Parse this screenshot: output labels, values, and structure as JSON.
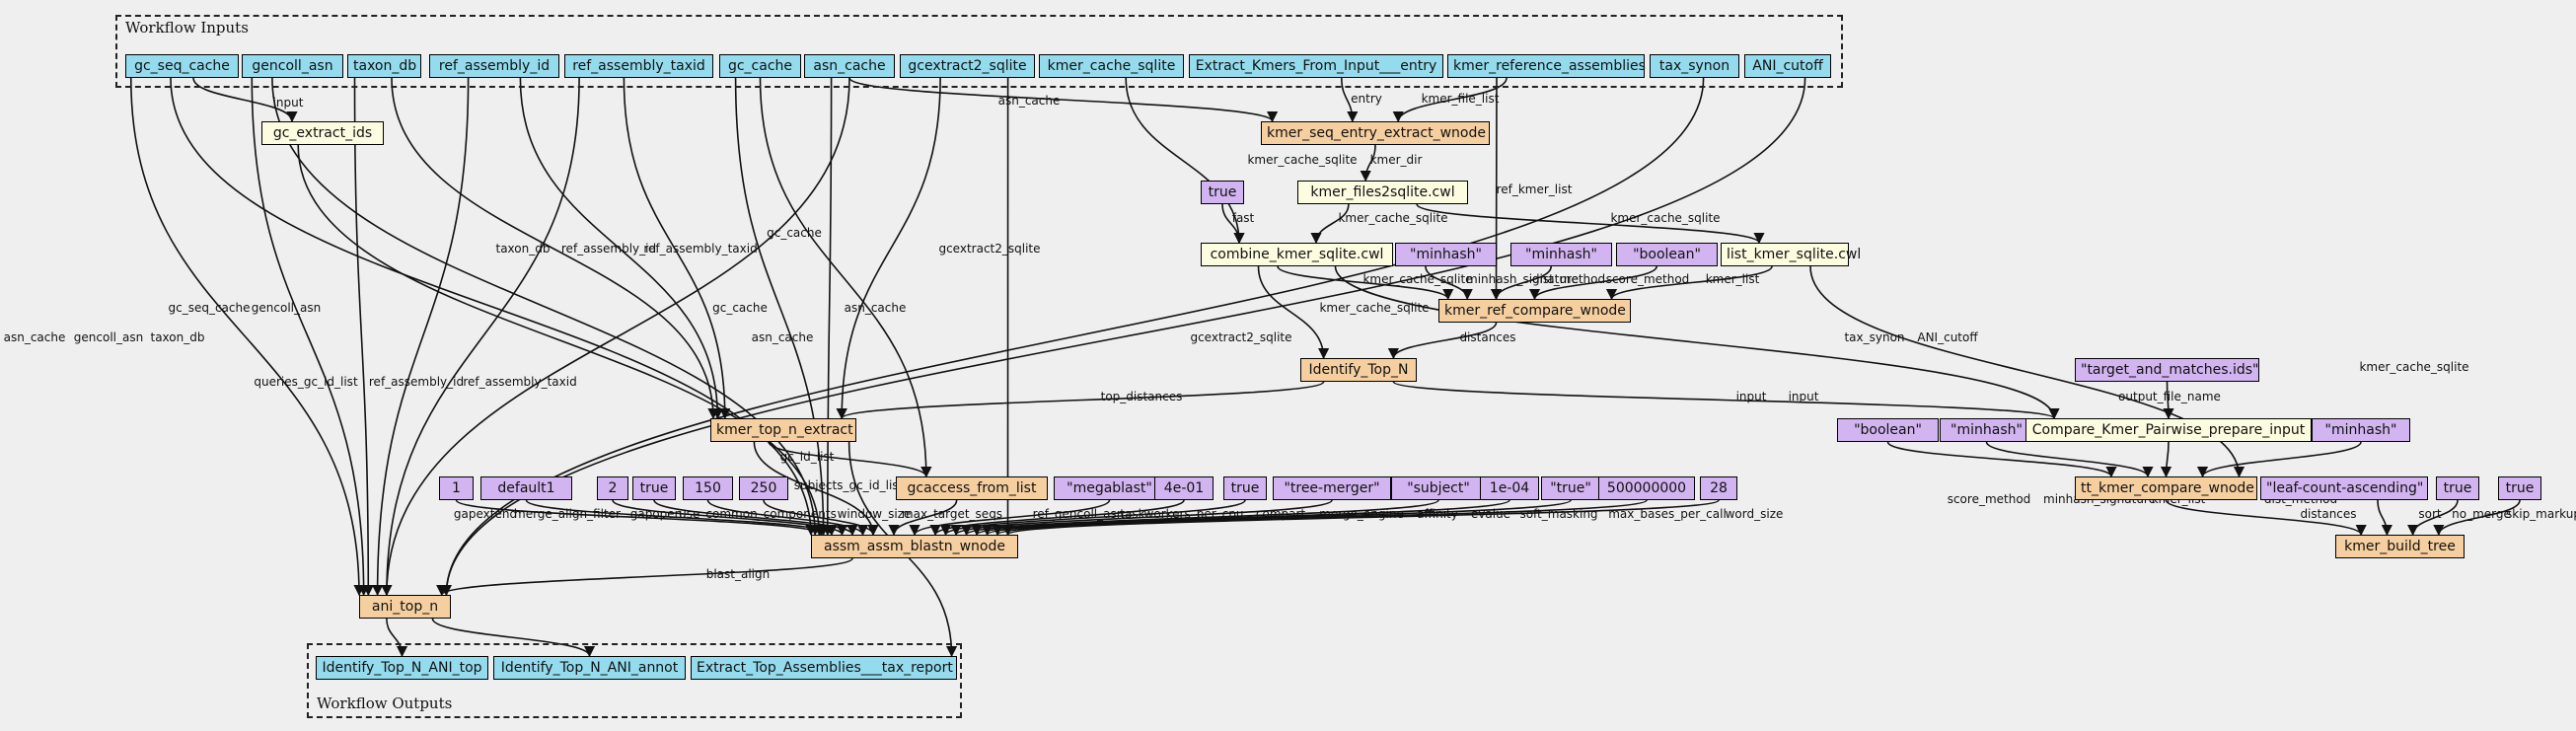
{
  "colors": {
    "io": "#94dbee",
    "step": "#f6cfa0",
    "tool": "#fcfce0",
    "const": "#d2b4f0",
    "edge": "#111111"
  },
  "clusters": {
    "inputs": "Workflow Inputs",
    "outputs": "Workflow Outputs"
  },
  "nodes": {
    "gc_seq_cache": "gc_seq_cache",
    "gencoll_asn": "gencoll_asn",
    "taxon_db": "taxon_db",
    "ref_assembly_id": "ref_assembly_id",
    "ref_assembly_taxid": "ref_assembly_taxid",
    "gc_cache": "gc_cache",
    "asn_cache": "asn_cache",
    "gcextract2_sqlite": "gcextract2_sqlite",
    "kmer_cache_sqlite": "kmer_cache_sqlite",
    "extract_entry": "Extract_Kmers_From_Input___entry",
    "kmer_reference_assemblies": "kmer_reference_assemblies",
    "tax_synon": "tax_synon",
    "ani_cutoff": "ANI_cutoff",
    "gc_extract_ids": "gc_extract_ids",
    "kmer_seq_entry_extract_wnode": "kmer_seq_entry_extract_wnode",
    "kmer_files2sqlite": "kmer_files2sqlite.cwl",
    "c_true_fast": "true",
    "combine_kmer_sqlite": "combine_kmer_sqlite.cwl",
    "c_minhash_1": "\"minhash\"",
    "c_minhash_2": "\"minhash\"",
    "c_boolean_1": "\"boolean\"",
    "list_kmer_sqlite": "list_kmer_sqlite.cwl",
    "kmer_ref_compare_wnode": "kmer_ref_compare_wnode",
    "identify_top_n": "Identify_Top_N",
    "c_target_matches": "\"target_and_matches.ids\"",
    "kmer_top_n_extract": "kmer_top_n_extract",
    "c_boolean_2": "\"boolean\"",
    "c_minhash_3": "\"minhash\"",
    "compare_prepare": "Compare_Kmer_Pairwise_prepare_input",
    "c_minhash_4": "\"minhash\"",
    "c_1": "1",
    "c_default1": "default1",
    "c_2": "2",
    "c_true_a": "true",
    "c_150": "150",
    "c_250": "250",
    "gcaccess_from_list": "gcaccess_from_list",
    "c_megablast": "\"megablast\"",
    "c_4e01": "4e-01",
    "c_true_b": "true",
    "c_tree_merger": "\"tree-merger\"",
    "c_subject": "\"subject\"",
    "c_1e04": "1e-04",
    "c_true_quoted": "\"true\"",
    "c_500000000": "500000000",
    "c_28": "28",
    "tt_kmer_compare_wnode": "tt_kmer_compare_wnode",
    "c_leaf_count": "\"leaf-count-ascending\"",
    "c_true_c": "true",
    "c_true_d": "true",
    "assm_assm_blastn_wnode": "assm_assm_blastn_wnode",
    "kmer_build_tree": "kmer_build_tree",
    "ani_top_n": "ani_top_n",
    "out_ani_top": "Identify_Top_N_ANI_top",
    "out_ani_annot": "Identify_Top_N_ANI_annot",
    "out_tax_report": "Extract_Top_Assemblies___tax_report"
  },
  "edge_labels": [
    "input",
    "asn_cache",
    "entry",
    "kmer_file_list",
    "kmer_cache_sqlite",
    "kmer_dir",
    "fast",
    "kmer_cache_sqlite",
    "kmer_cache_sqlite",
    "ref_kmer_list",
    "kmer_cache_sqlite",
    "minhash_signature",
    "dist_method",
    "score_method",
    "kmer_list",
    "kmer_cache_sqlite",
    "distances",
    "input",
    "tax_synon",
    "ANI_cutoff",
    "kmer_cache_sqlite",
    "output_file_name",
    "top_distances",
    "input",
    "asn_cache",
    "gencoll_asn",
    "taxon_db",
    "gc_seq_cache",
    "gencoll_asn",
    "queries_gc_id_list",
    "ref_assembly_id",
    "ref_assembly_taxid",
    "taxon_db",
    "ref_assembly_id",
    "ref_assembly_taxid",
    "gc_cache",
    "gc_cache",
    "asn_cache",
    "asn_cache",
    "gcextract2_sqlite",
    "gcextract2_sqlite",
    "gc_id_list",
    "subjects_gc_id_list",
    "score_method",
    "minhash_signature",
    "kmer_list",
    "dist_method",
    "gapextend",
    "merge_align_filter",
    "gapopen",
    "use_common_components",
    "window_size",
    "max_target_seqs",
    "ref_gencoll_asn",
    "task",
    "workers_per_cpu",
    "compart",
    "merge_engine",
    "affinity",
    "evalue",
    "soft_masking",
    "max_bases_per_call",
    "word_size",
    "distances",
    "sort",
    "no_merge",
    "skip_markup",
    "blast_align"
  ]
}
